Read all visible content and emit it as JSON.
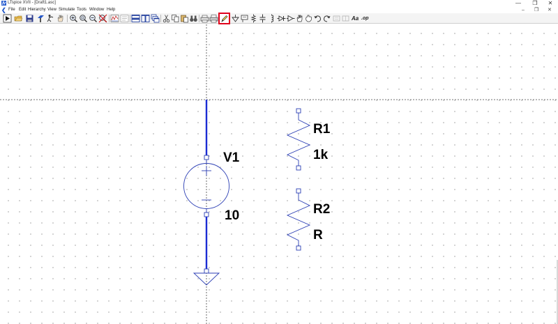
{
  "window": {
    "title": "LTspice XVII - [Draft1.asc]",
    "minimize_glyph": "—",
    "maximize_glyph": "❐",
    "close_glyph": "✕"
  },
  "menu": {
    "items": [
      "File",
      "Edit",
      "Hierarchy",
      "View",
      "Simulate",
      "Tools",
      "Window",
      "Help"
    ]
  },
  "toolbar": {
    "selected_tool": "draw-wire",
    "text_tool_label": "Aa",
    "spice_directive_label": ".op"
  },
  "schematic": {
    "components": [
      {
        "ref": "V1",
        "value": "10",
        "type": "voltage-source"
      },
      {
        "ref": "R1",
        "value": "1k",
        "type": "resistor"
      },
      {
        "ref": "R2",
        "value": "R",
        "type": "resistor"
      }
    ],
    "colors": {
      "wire": "#1b2cd3",
      "symbol": "#2b3eb4",
      "crosshair": "#444444",
      "grid_dot": "#9b9b9b",
      "highlight": "#e0001b"
    }
  }
}
